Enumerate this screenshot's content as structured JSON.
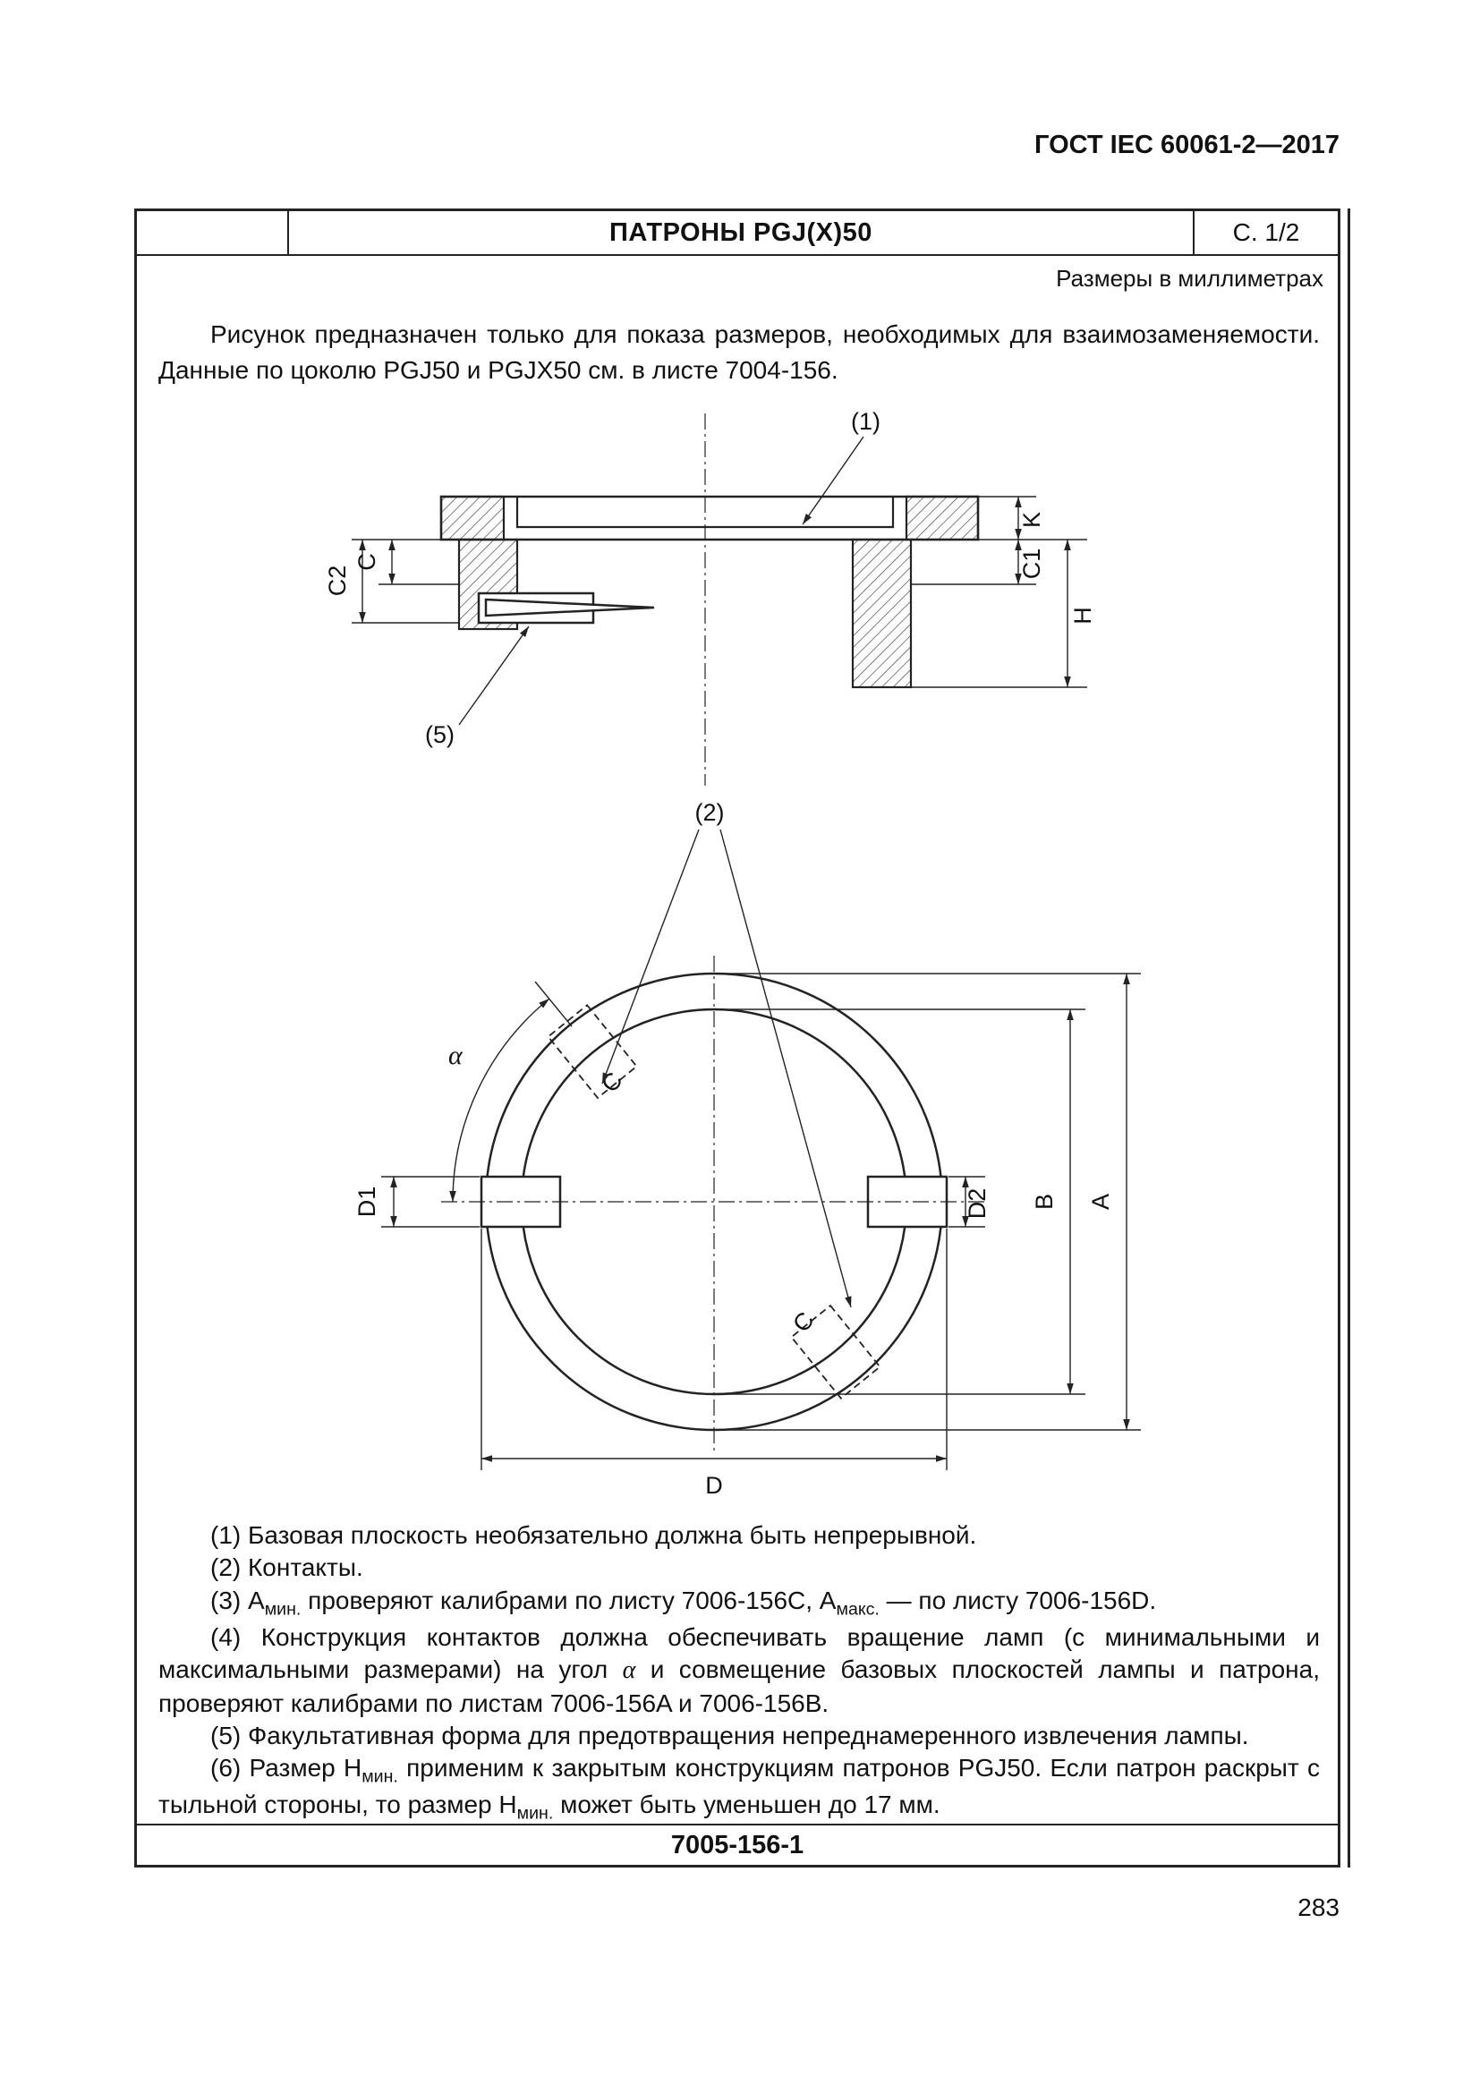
{
  "page": {
    "doc_ref": "ГОСТ IEC 60061-2—2017",
    "page_number": "283"
  },
  "sheet": {
    "title": "ПАТРОНЫ PGJ(X)50",
    "sheet_page": "С. 1/2",
    "units": "Размеры в миллиметрах",
    "intro": "Рисунок предназначен только для показа размеров, необходимых для взаимозаменяемости. Данные по цоколю PGJ50 и PGJX50 см. в листе 7004-156.",
    "sheet_code": "7005-156-1"
  },
  "section_view": {
    "callout_base_plane": "(1)",
    "callout_latch": "(5)",
    "dims": {
      "c2": "C2",
      "c": "C",
      "k": "K",
      "c1": "C1",
      "h": "H"
    }
  },
  "front_view": {
    "callout_contacts": "(2)",
    "dims": {
      "alpha": "α",
      "d1": "D1",
      "d2": "D2",
      "b": "B",
      "a": "A",
      "d": "D",
      "c_upper": "C",
      "c_lower": "C"
    }
  },
  "notes": {
    "n1": "(1) Базовая плоскость необязательно должна быть непрерывной.",
    "n2": "(2) Контакты.",
    "n3": {
      "p1": "(3) А",
      "s1": "мин.",
      "p2": " проверяют калибрами по листу 7006-156C, А",
      "s2": "макс.",
      "p3": " — по листу 7006-156D."
    },
    "n4": {
      "p1": "(4) Конструкция контактов должна обеспечивать вращение ламп (с минимальными и максимальными размерами) на угол ",
      "alpha": "α",
      "p2": " и совмещение базовых плоскостей лампы и патрона, проверяют калибрами по листам 7006-156A и 7006-156B."
    },
    "n5": "(5) Факультативная форма для предотвращения непреднамеренного извлечения лампы.",
    "n6": {
      "p1": "(6) Размер Н",
      "s1": "мин.",
      "p2": " применим к закрытым конструкциям патронов PGJ50. Если патрон раскрыт с тыльной стороны, то размер Н",
      "s2": "мин.",
      "p3": " может быть уменьшен до 17 мм."
    }
  }
}
